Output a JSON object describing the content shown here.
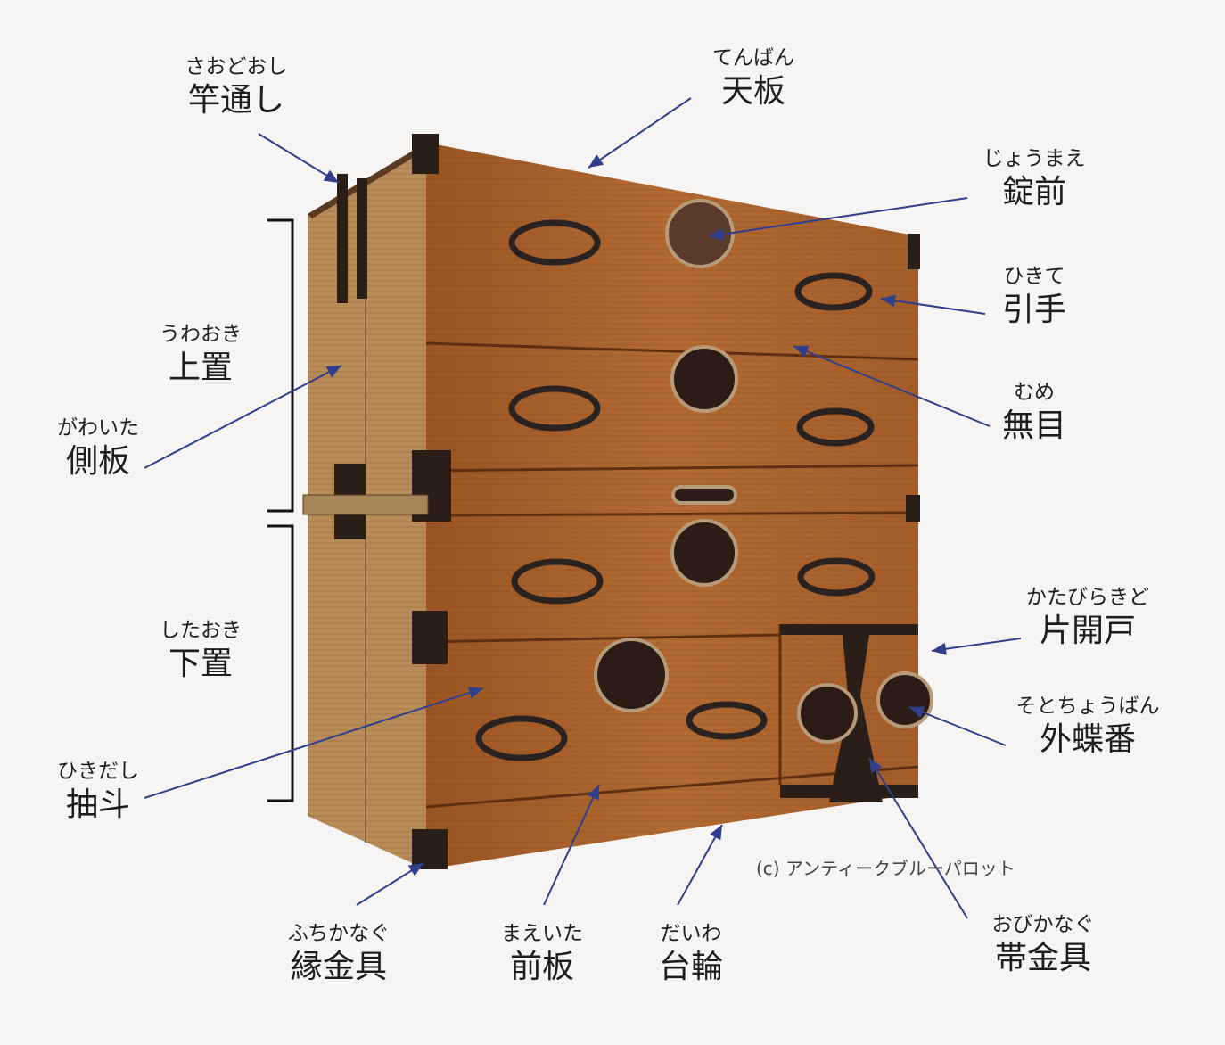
{
  "colors": {
    "arrow": "#2f3f8c",
    "wood": "#a8612c",
    "side": "#b78a55",
    "iron": "#2a1f18"
  },
  "labels": [
    {
      "id": "saodooshi",
      "kana": "さおどおし",
      "kanji": "竿通し"
    },
    {
      "id": "tenban",
      "kana": "てんばん",
      "kanji": "天板"
    },
    {
      "id": "joumae",
      "kana": "じょうまえ",
      "kanji": "錠前"
    },
    {
      "id": "hikite",
      "kana": "ひきて",
      "kanji": "引手"
    },
    {
      "id": "uwaoki",
      "kana": "うわおき",
      "kanji": "上置"
    },
    {
      "id": "mume",
      "kana": "むめ",
      "kanji": "無目"
    },
    {
      "id": "gawaita",
      "kana": "がわいた",
      "kanji": "側板"
    },
    {
      "id": "shitaoki",
      "kana": "したおき",
      "kanji": "下置"
    },
    {
      "id": "katabirakido",
      "kana": "かたびらきど",
      "kanji": "片開戸"
    },
    {
      "id": "sotochouban",
      "kana": "そとちょうばん",
      "kanji": "外蝶番"
    },
    {
      "id": "hikidashi",
      "kana": "ひきだし",
      "kanji": "抽斗"
    },
    {
      "id": "fuchikanagu",
      "kana": "ふちかなぐ",
      "kanji": "縁金具"
    },
    {
      "id": "maeita",
      "kana": "まえいた",
      "kanji": "前板"
    },
    {
      "id": "daiwa",
      "kana": "だいわ",
      "kanji": "台輪"
    },
    {
      "id": "obikanagu",
      "kana": "おびかなぐ",
      "kanji": "帯金具"
    }
  ],
  "copyright": "(c) アンティークブルーパロット"
}
